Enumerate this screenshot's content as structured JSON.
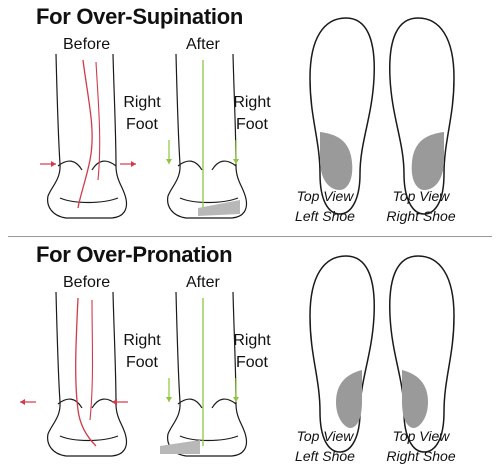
{
  "sections": [
    {
      "title": "For Over-Supination",
      "before_label": "Before",
      "after_label": "After",
      "before_side_label": [
        "Right",
        "Foot"
      ],
      "after_side_label": [
        "Right",
        "Foot"
      ],
      "left_shoe_caption": [
        "Top View",
        "Left Shoe"
      ],
      "right_shoe_caption": [
        "Top View",
        "Right Shoe"
      ]
    },
    {
      "title": "For Over-Pronation",
      "before_label": "Before",
      "after_label": "After",
      "before_side_label": [
        "Right",
        "Foot"
      ],
      "after_side_label": [
        "Right",
        "Foot"
      ],
      "left_shoe_caption": [
        "Top View",
        "Left Shoe"
      ],
      "right_shoe_caption": [
        "Top View",
        "Right Shoe"
      ]
    }
  ],
  "colors": {
    "outline": "#1a1a1a",
    "bone_line_before": "#d23a4a",
    "bone_line_after": "#8cc63f",
    "arrow_supination_before": "#d23a4a",
    "arrow_after": "#8cc63f",
    "insole_pad": "#9a9a9a",
    "wedge": "#b8b8b8"
  }
}
